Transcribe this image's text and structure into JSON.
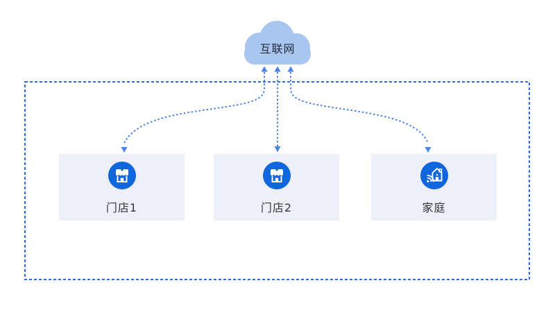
{
  "diagram": {
    "internet_cloud": {
      "label": "互联网"
    },
    "nodes": [
      {
        "label": "门店1",
        "icon": "storefront-icon"
      },
      {
        "label": "门店2",
        "icon": "storefront-icon"
      },
      {
        "label": "家庭",
        "icon": "smart-home-icon"
      }
    ],
    "connections": [
      {
        "from": "互联网",
        "to": "门店1",
        "direction": "bidirectional",
        "style": "dashed"
      },
      {
        "from": "互联网",
        "to": "门店2",
        "direction": "bidirectional",
        "style": "dashed"
      },
      {
        "from": "互联网",
        "to": "家庭",
        "direction": "bidirectional",
        "style": "dashed"
      }
    ],
    "colors": {
      "cloud_fill": "#a9c6f1",
      "connector_blue": "#4a82e8",
      "boundary_blue": "#2a6ae3",
      "node_background": "#edf0f8",
      "icon_circle_blue": "#0f66dd",
      "label_text": "#333333",
      "cloud_text": "#252b3a"
    }
  }
}
